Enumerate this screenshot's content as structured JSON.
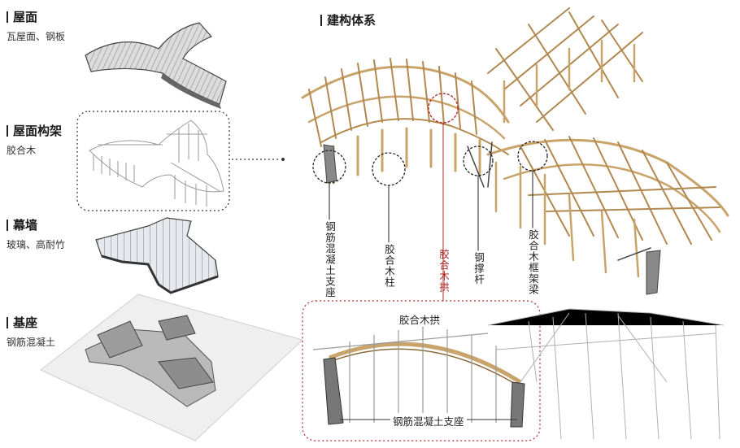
{
  "layers": [
    {
      "title": "屋面",
      "subtitle": "瓦屋面、钢板"
    },
    {
      "title": "屋面构架",
      "subtitle": "胶合木"
    },
    {
      "title": "幕墙",
      "subtitle": "玻璃、高耐竹"
    },
    {
      "title": "基座",
      "subtitle": "钢筋混凝土"
    }
  ],
  "system": {
    "title": "建构体系",
    "labels": {
      "rc_support": "钢筋混凝土支座",
      "glulam_column": "胶合木柱",
      "glulam_arch": "胶合木拱",
      "steel_brace": "钢撑杆",
      "glulam_frame_beam": "胶合木框架梁"
    },
    "detail": {
      "arch_label": "胶合木拱",
      "support_label": "钢筋混凝土支座"
    }
  },
  "colors": {
    "timber": "#c9a46a",
    "timber_dark": "#8a6a3a",
    "steel": "#555555",
    "highlight_red": "#b02a2a",
    "concrete": "#888888"
  }
}
